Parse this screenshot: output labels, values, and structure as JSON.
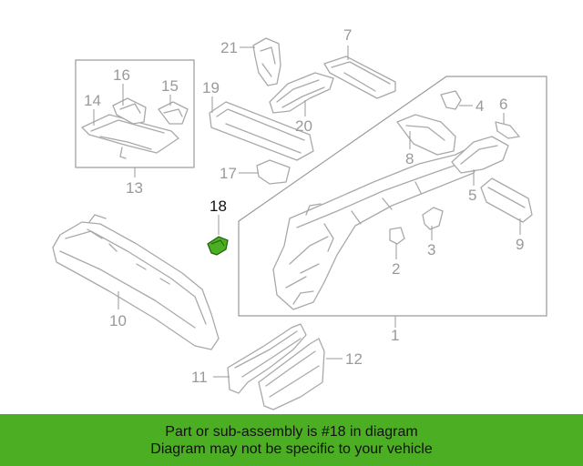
{
  "diagram": {
    "highlight_color": "#4caf23",
    "callouts": {
      "c1": "1",
      "c2": "2",
      "c3": "3",
      "c4": "4",
      "c5": "5",
      "c6": "6",
      "c7": "7",
      "c8": "8",
      "c9": "9",
      "c10": "10",
      "c11": "11",
      "c12": "12",
      "c13": "13",
      "c14": "14",
      "c15": "15",
      "c16": "16",
      "c17": "17",
      "c18": "18",
      "c19": "19",
      "c20": "20",
      "c21": "21"
    }
  },
  "banner": {
    "line1": "Part or sub-assembly is #18 in diagram",
    "line2": "Diagram may not be specific to your vehicle",
    "background": "#4caf23"
  }
}
